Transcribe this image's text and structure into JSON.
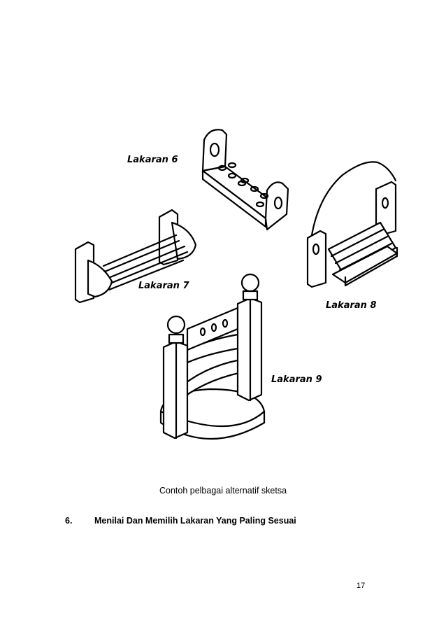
{
  "sketch_labels": {
    "s6": "Lakaran 6",
    "s7": "Lakaran 7",
    "s8": "Lakaran 8",
    "s9": "Lakaran 9"
  },
  "caption": "Contoh pelbagai alternatif sketsa",
  "section": {
    "number": "6.",
    "title": "Menilai Dan Memilih Lakaran Yang Paling Sesuai"
  },
  "page_number": "17"
}
